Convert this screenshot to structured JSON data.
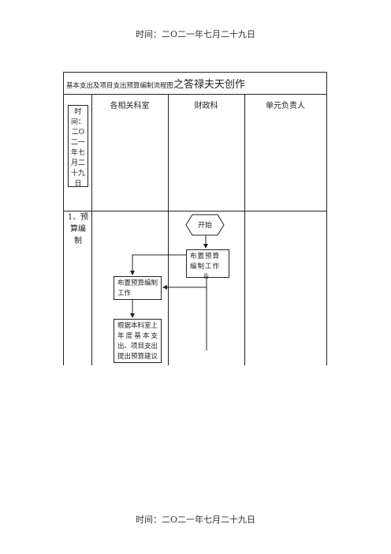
{
  "header": {
    "text": "时间：二O二一年七月二十九日"
  },
  "footer": {
    "text": "时间：二O二一年七月二十九日"
  },
  "title": {
    "small": "基本支出及项目支出预算编制流程图",
    "big": "之答禄夫天创作"
  },
  "columns": [
    "各相关科室",
    "财政科",
    "单元负责人"
  ],
  "side_box": {
    "lines": [
      "时",
      "间：",
      "二O",
      "二一",
      "年七",
      "月二",
      "十九",
      "日"
    ]
  },
  "section": {
    "label_line1": "1、预",
    "label_line2": "算编",
    "label_line3": "制"
  },
  "flow": {
    "start_label": "开始",
    "box1_text": "布置预算编制工作",
    "box1_overflow": "告",
    "box2_text": "布置预算编制工作",
    "box3_text": "根据本科室上年度基本支出、项目支出提出预算建议"
  }
}
